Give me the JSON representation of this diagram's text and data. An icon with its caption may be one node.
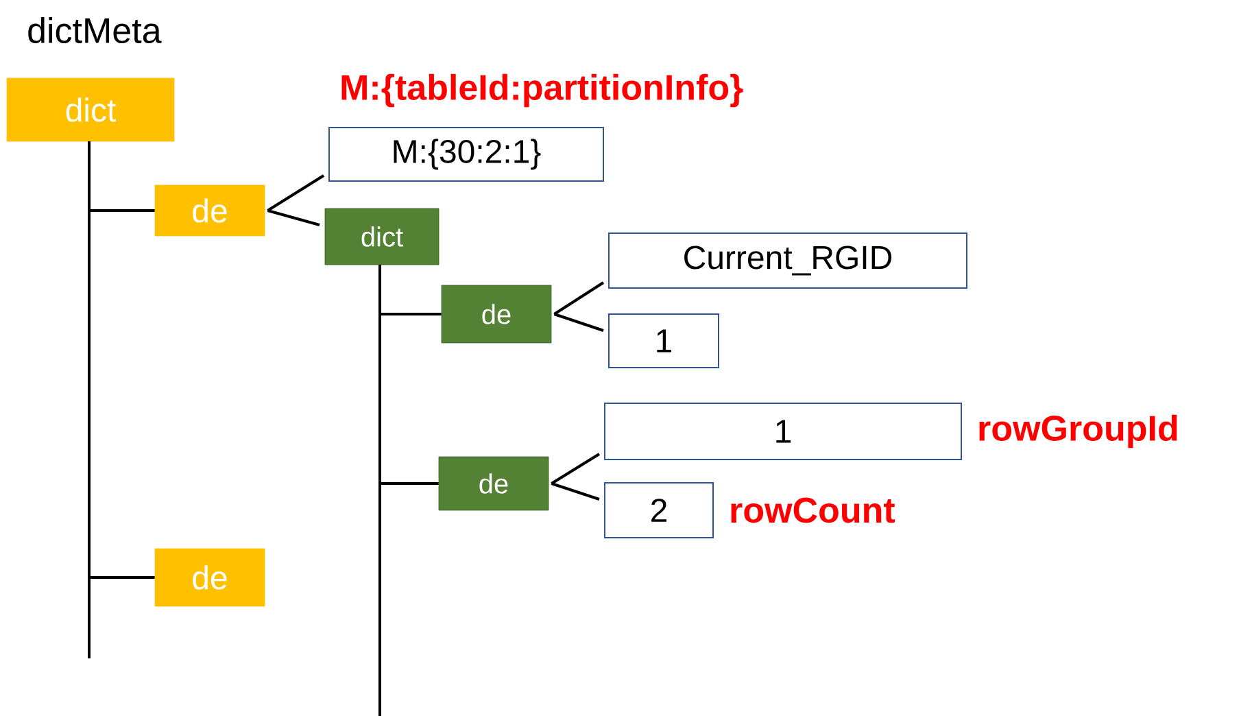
{
  "diagram": {
    "title": "dictMeta",
    "nodes": [
      {
        "text": [
          "dict"
        ]
      },
      {
        "text": [
          "de"
        ]
      },
      {
        "text": [
          "M:{30:2:1}"
        ]
      },
      {
        "text": [
          "dict"
        ]
      },
      {
        "text": [
          "de"
        ]
      },
      {
        "text": [
          "Current_RGID"
        ]
      },
      {
        "text": [
          "1"
        ]
      },
      {
        "text": [
          "de"
        ]
      },
      {
        "text": [
          "1"
        ],
        "beside": [
          "rowGroupId"
        ]
      },
      {
        "text": [
          "2"
        ],
        "beside": [
          "rowCount"
        ]
      },
      {
        "text": [
          "de"
        ]
      }
    ],
    "edges": [
      {
        "from": 0,
        "to": 1,
        "arrow": "none"
      },
      {
        "from": 0,
        "to": 10,
        "arrow": "none"
      },
      {
        "from": 1,
        "to": 2,
        "arrow": "none"
      },
      {
        "from": 1,
        "to": 3,
        "arrow": "none"
      },
      {
        "from": 3,
        "to": 4,
        "arrow": "none"
      },
      {
        "from": 3,
        "to": 7,
        "arrow": "none"
      },
      {
        "from": 4,
        "to": 5,
        "arrow": "none"
      },
      {
        "from": 4,
        "to": 6,
        "arrow": "none"
      },
      {
        "from": 7,
        "to": 8,
        "arrow": "none"
      },
      {
        "from": 7,
        "to": 9,
        "arrow": "none"
      }
    ],
    "labels": [
      "M:{tableId:partitionInfo}"
    ]
  }
}
